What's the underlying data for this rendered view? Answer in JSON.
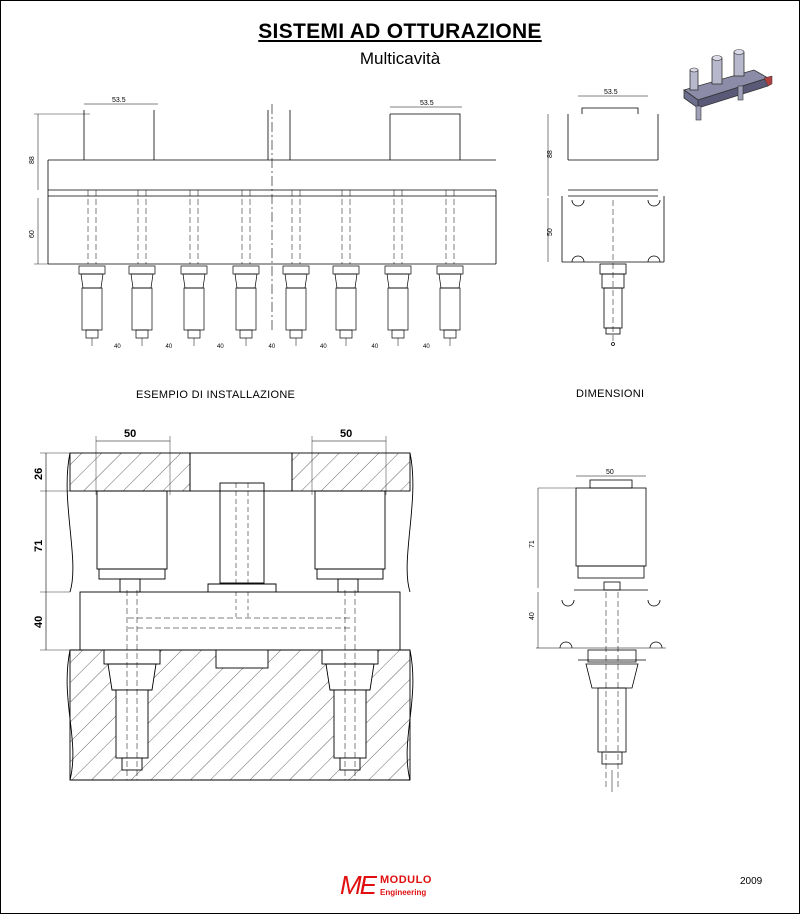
{
  "title": "SISTEMI AD OTTURAZIONE",
  "subtitle": "Multicavità",
  "captions": {
    "installation": "ESEMPIO DI INSTALLAZIONE",
    "dimensions": "DIMENSIONI"
  },
  "top_drawing": {
    "dim_left_width": "53.5",
    "dim_right_width": "53.5",
    "dim_height_upper": "88",
    "dim_height_lower": "60",
    "pitch_labels": [
      "40",
      "40",
      "40",
      "40",
      "40",
      "40",
      "40"
    ]
  },
  "side_drawing_top": {
    "dim_width": "53.5",
    "dim_height_upper": "88",
    "dim_height_lower": "50"
  },
  "install_drawing": {
    "dim_left_width": "50",
    "dim_right_width": "50",
    "dim_26": "26",
    "dim_71": "71",
    "dim_40": "40"
  },
  "dim_drawing": {
    "dim_width": "50",
    "dim_71": "71",
    "dim_40": "40"
  },
  "logo": {
    "mark": "ME",
    "name": "MODULO",
    "sub": "Engineering"
  },
  "year": "2009",
  "colors": {
    "line": "#000000",
    "logo": "#e01010",
    "hatch": "#000000"
  }
}
